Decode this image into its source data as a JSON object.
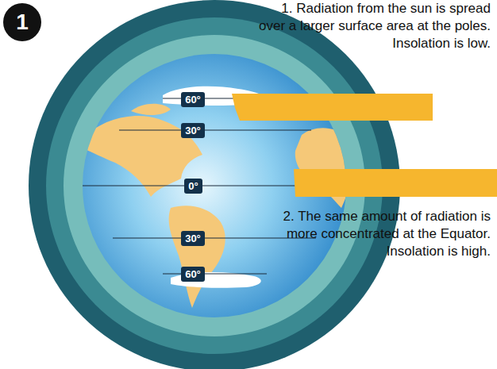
{
  "diagram": {
    "nodes": [
      {
        "text": [
          "1"
        ]
      },
      {
        "text": [
          "60°"
        ]
      },
      {
        "text": [
          "30°"
        ]
      },
      {
        "text": [
          "0°"
        ]
      },
      {
        "text": [
          "30°"
        ]
      },
      {
        "text": [
          "60°"
        ]
      }
    ],
    "labels": [
      "1. Radiation from the sun is spread over a larger surface area at the poles. Insolation is low.",
      "2. The same amount of radiation is more concentrated at the Equator. Insolation is high."
    ]
  }
}
